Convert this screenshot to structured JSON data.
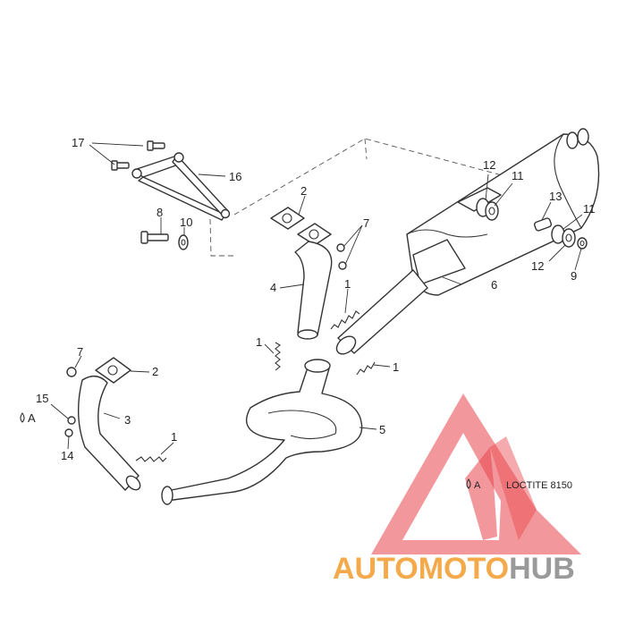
{
  "callouts": [
    "1",
    "1",
    "1",
    "1",
    "2",
    "2",
    "3",
    "4",
    "5",
    "6",
    "7",
    "7",
    "8",
    "9",
    "10",
    "11",
    "11",
    "12",
    "12",
    "13",
    "14",
    "15",
    "16",
    "17"
  ],
  "adhesive_marker": "A",
  "adhesive_note": "LOCTITE 8150",
  "watermark": {
    "brand_part1": "AUTO",
    "brand_part2": "MOTO",
    "brand_part3": "HUB",
    "color_orange": "#f4a94b",
    "color_gray": "#9a9a9a",
    "color_logo": "#e8444a"
  }
}
